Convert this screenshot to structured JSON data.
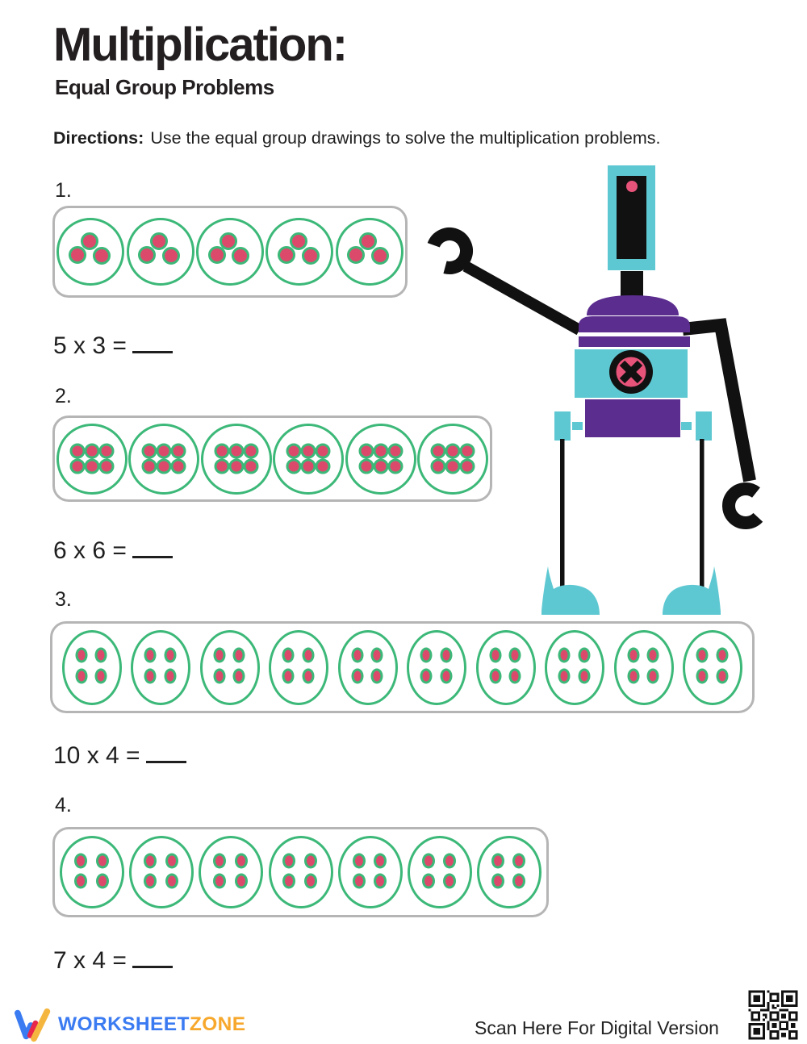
{
  "page": {
    "title": "Multiplication:",
    "subtitle": "Equal Group Problems",
    "directions_label": "Directions:",
    "directions_text": "Use the equal group drawings to solve the multiplication problems."
  },
  "problems": [
    {
      "number": "1.",
      "groups": 5,
      "items_per_group": 3,
      "equation": "5 x 3 =",
      "blank": "___"
    },
    {
      "number": "2.",
      "groups": 6,
      "items_per_group": 6,
      "equation": "6 x 6 =",
      "blank": "___"
    },
    {
      "number": "3.",
      "groups": 10,
      "items_per_group": 4,
      "equation": "10 x 4 =",
      "blank": "___"
    },
    {
      "number": "4.",
      "groups": 7,
      "items_per_group": 4,
      "equation": "7 x 4 =",
      "blank": "___"
    }
  ],
  "robot": {
    "emblem_letter": "x"
  },
  "footer": {
    "logo_text_1": "WORKSHEET",
    "logo_text_2": "ZONE",
    "scan_text": "Scan Here For Digital Version"
  },
  "colors": {
    "green": "#3cb878",
    "dot_pink": "#dc4a6b",
    "teal": "#5ec8d2",
    "purple": "#5b2d8e",
    "robot_pink": "#e8537a",
    "box_border": "#b5b5b5",
    "logo_blue": "#3b7bf2",
    "logo_orange": "#f7a82c",
    "logo_red": "#e8274b",
    "logo_yellow": "#f5b63f"
  }
}
